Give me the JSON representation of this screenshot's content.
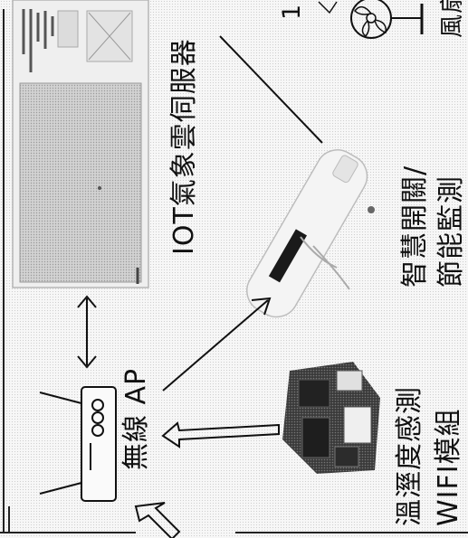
{
  "labels": {
    "wireless_ap": "無線 AP",
    "iot_server": "IOT氣象雲伺服器",
    "sensor_line1": "溫溼度感測",
    "sensor_line2": "WIFI模組",
    "switch_line1": "智慧開關/",
    "switch_line2": "節能監測",
    "fan_partial": "風扇",
    "top_partial": "1"
  },
  "colors": {
    "ink": "#111111",
    "background": "#f7f7f7",
    "screen_fill": "#c9c9c9",
    "device_dark": "#2a2a2a"
  },
  "icons": [
    "router-icon",
    "server-screen-icon",
    "sensor-board-icon",
    "smart-plug-icon",
    "fan-icon"
  ]
}
